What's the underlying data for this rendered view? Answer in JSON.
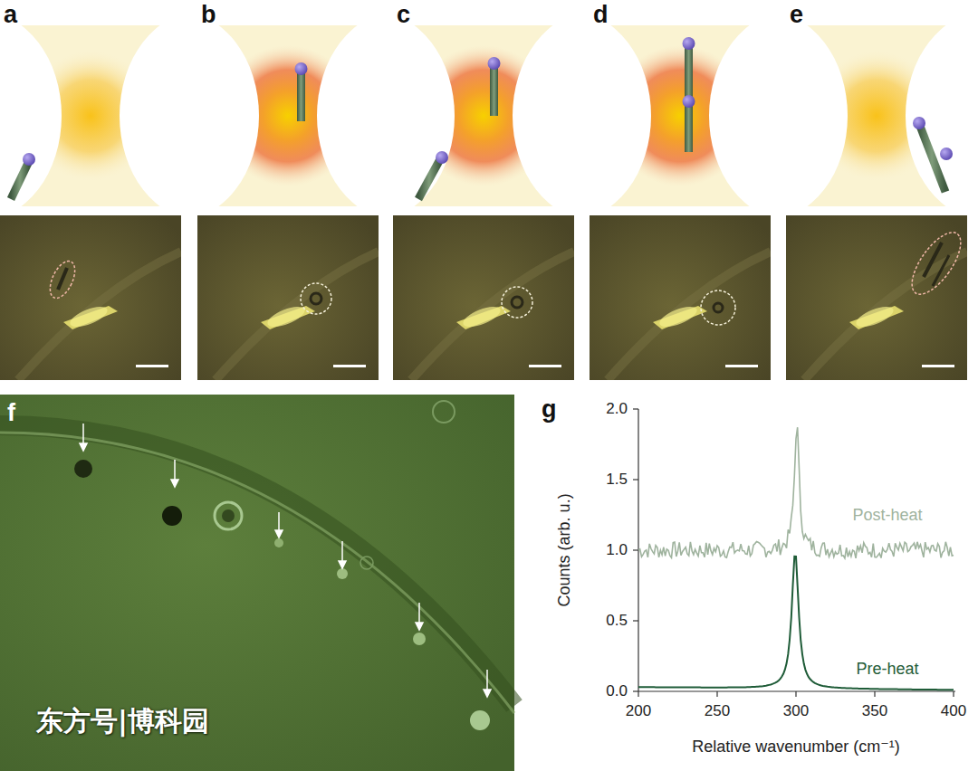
{
  "diagram": {
    "labels": [
      "a",
      "b",
      "c",
      "d",
      "e",
      "f",
      "g",
      "2.0",
      "1.5",
      "1.0",
      "0.5",
      "0.0",
      "200",
      "250",
      "300",
      "350",
      "400",
      "Counts (arb. u.)",
      "Relative wavenumber (cm⁻¹)",
      "Post-heat",
      "Pre-heat",
      "东方号|博科园"
    ]
  }
}
